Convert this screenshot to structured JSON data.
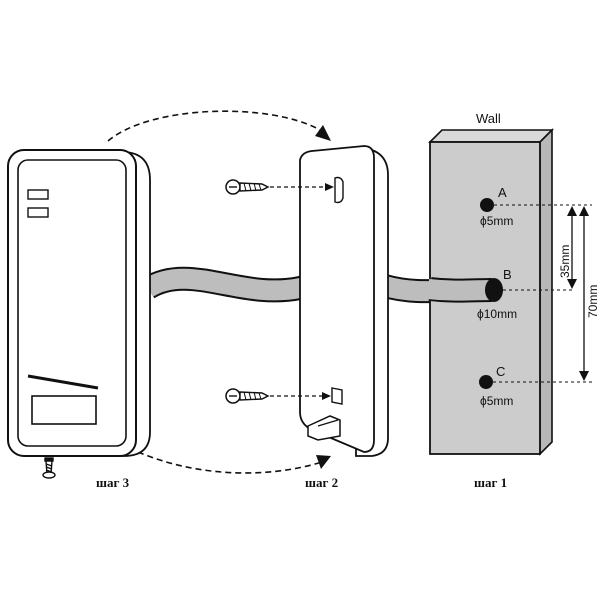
{
  "wall": {
    "label": "Wall"
  },
  "holes": [
    {
      "letter": "A",
      "size": "ϕ5mm"
    },
    {
      "letter": "B",
      "size": "ϕ10mm"
    },
    {
      "letter": "C",
      "size": "ϕ5mm"
    }
  ],
  "dimensions": {
    "ab": "35mm",
    "ac": "70mm"
  },
  "steps": {
    "step1": "шаг 1",
    "step2": "шаг 2",
    "step3": "шаг 3"
  },
  "colors": {
    "wall": "#cccccc",
    "cable": "#bdbdbd",
    "line": "#111111"
  }
}
